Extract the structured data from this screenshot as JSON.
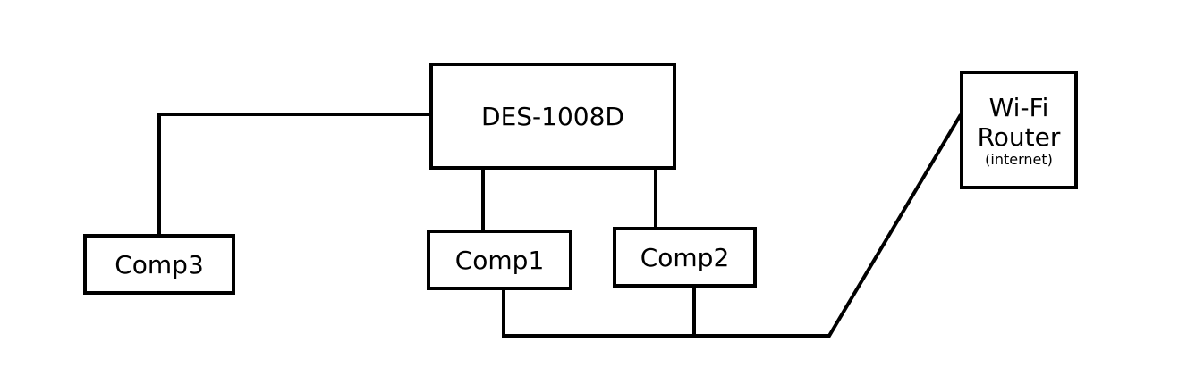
{
  "nodes": {
    "switch": {
      "label": "DES-1008D"
    },
    "comp1": {
      "label": "Comp1"
    },
    "comp2": {
      "label": "Comp2"
    },
    "comp3": {
      "label": "Comp3"
    },
    "router": {
      "line1": "Wi-Fi",
      "line2": "Router",
      "line3": "(internet)"
    }
  },
  "links": [
    {
      "from": "switch",
      "to": "comp3"
    },
    {
      "from": "switch",
      "to": "comp1"
    },
    {
      "from": "switch",
      "to": "comp2"
    },
    {
      "from": "comp1",
      "to": "router"
    },
    {
      "from": "comp2",
      "to": "router"
    }
  ],
  "colors": {
    "line": "#000000",
    "box_border": "#000000",
    "background": "#ffffff"
  }
}
